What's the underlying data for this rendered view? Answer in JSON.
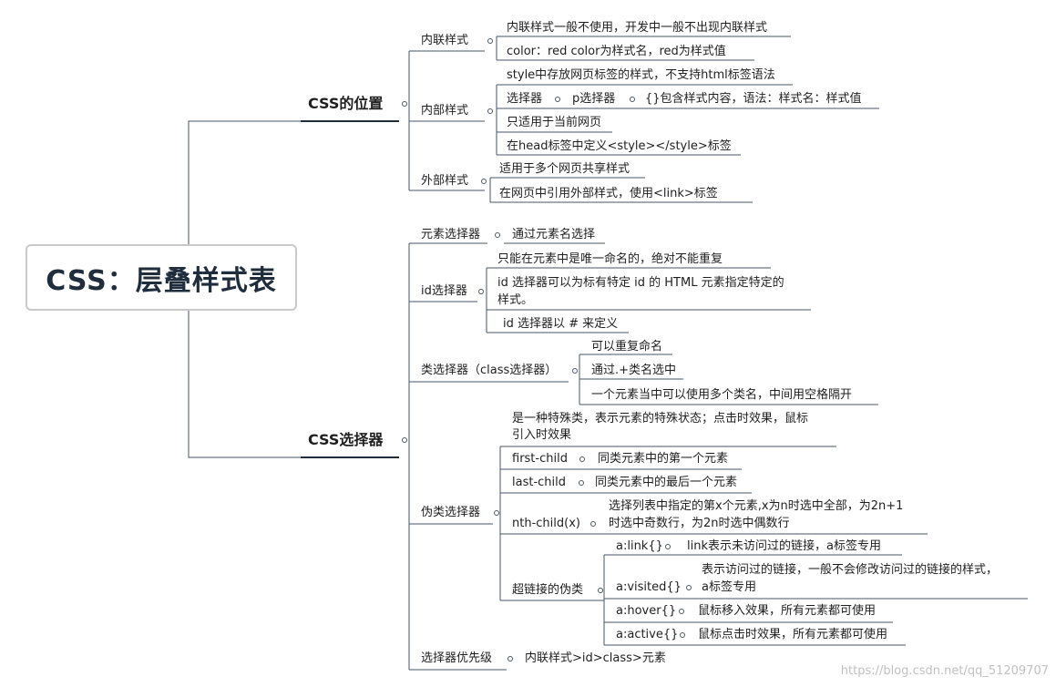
{
  "root": "CSS：层叠样式表",
  "sections": {
    "position": {
      "label": "CSS的位置",
      "inline": {
        "label": "内联样式",
        "items": [
          "内联样式一般不使用，开发中一般不出现内联样式",
          "color：red  color为样式名，red为样式值"
        ]
      },
      "internal": {
        "label": "内部样式",
        "items": [
          "style中存放网页标签的样式，不支持html标签语法",
          "只适用于当前网页",
          "在head标签中定义<style></style>标签"
        ],
        "selector": {
          "label": "选择器",
          "p": "p选择器",
          "body": "{}包含样式内容，语法：样式名：样式值"
        }
      },
      "external": {
        "label": "外部样式",
        "items": [
          "适用于多个网页共享样式",
          "在网页中引用外部样式，使用<link>标签"
        ]
      }
    },
    "selectors": {
      "label": "CSS选择器",
      "element": {
        "label": "元素选择器",
        "desc": "通过元素名选择"
      },
      "id": {
        "label": "id选择器",
        "items": [
          "只能在元素中是唯一命名的，绝对不能重复",
          "id 选择器可以为标有特定 id 的 HTML 元素指定特定的",
          "样式。",
          "id 选择器以 # 来定义"
        ]
      },
      "class": {
        "label": "类选择器（class选择器）",
        "items": [
          "可以重复命名",
          "通过.+类名选中",
          "一个元素当中可以使用多个类名，中间用空格隔开"
        ]
      },
      "pseudo": {
        "label": "伪类选择器",
        "intro": [
          "是一种特殊类，表示元素的特殊状态；点击时效果，鼠标",
          "引入时效果"
        ],
        "first": {
          "label": "first-child",
          "desc": "同类元素中的第一个元素"
        },
        "last": {
          "label": "last-child",
          "desc": "同类元素中的最后一个元素"
        },
        "nth": {
          "label": "nth-child(x)",
          "desc": [
            "选择列表中指定的第x个元素,x为n时选中全部，为2n+1",
            "时选中奇数行，为2n时选中偶数行"
          ]
        },
        "link": {
          "label": "超链接的伪类",
          "link": {
            "label": "a:link{}",
            "desc": "link表示未访问过的链接，a标签专用"
          },
          "visited": {
            "label": "a:visited{}",
            "desc": [
              "表示访问过的链接，一般不会修改访问过的链接的样式，",
              "a标签专用"
            ]
          },
          "hover": {
            "label": "a:hover{}",
            "desc": "鼠标移入效果，所有元素都可使用"
          },
          "active": {
            "label": "a:active{}",
            "desc": "鼠标点击时效果，所有元素都可使用"
          }
        }
      },
      "priority": {
        "label": "选择器优先级",
        "desc": "内联样式>id>class>元素"
      }
    }
  },
  "watermark": "https://blog.csdn.net/qq_51209707",
  "colors": {
    "line": "#4a5568",
    "accent": "#1f2d3d",
    "text": "#1f1f1f",
    "watermark": "#c0c0c0"
  }
}
